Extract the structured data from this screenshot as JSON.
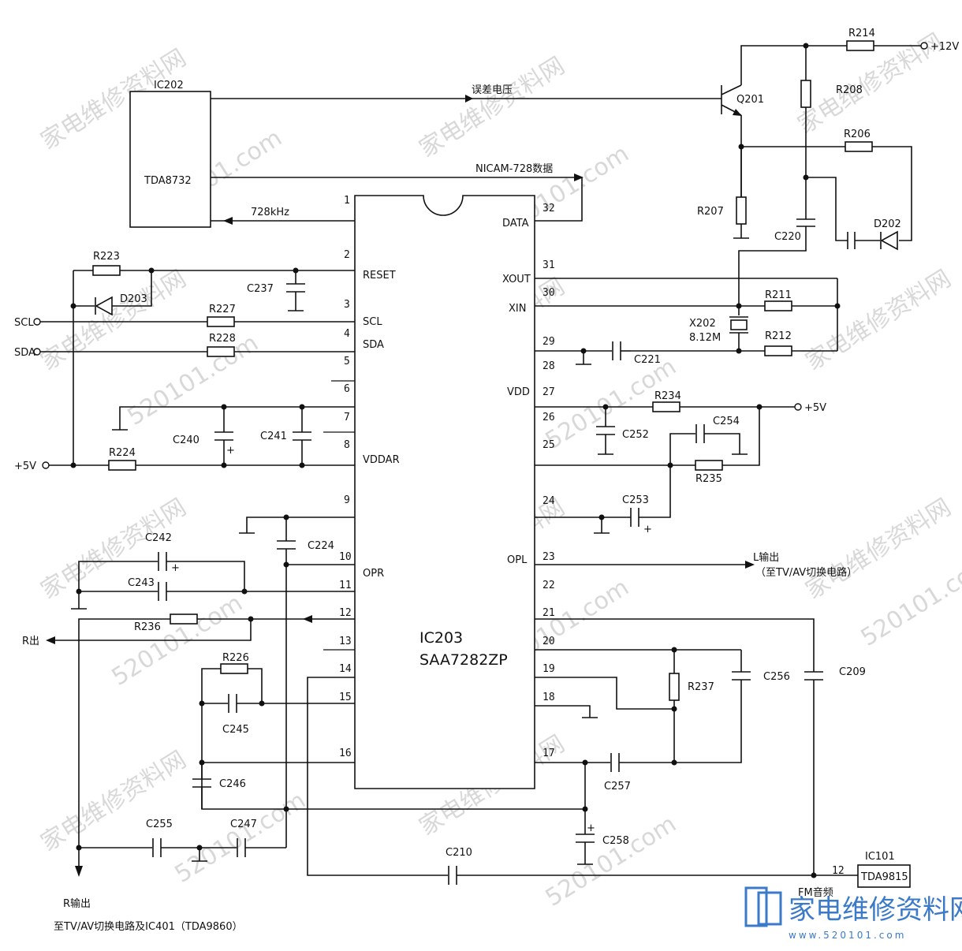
{
  "diagram": {
    "ic202": {
      "ref": "IC202",
      "part": "TDA8732"
    },
    "ic203": {
      "ref": "IC203",
      "part": "SAA7282ZP"
    },
    "ic101": {
      "ref": "IC101",
      "part": "TDA9815",
      "pin": "12"
    },
    "pins_left": [
      {
        "n": "1"
      },
      {
        "n": "2",
        "name": "RESET"
      },
      {
        "n": "3"
      },
      {
        "n": "4",
        "name": "SDA"
      },
      {
        "n": "5"
      },
      {
        "n": "6"
      },
      {
        "n": "7"
      },
      {
        "n": "8",
        "name": "VDDAR"
      },
      {
        "n": "9"
      },
      {
        "n": "10",
        "name": "OPR"
      },
      {
        "n": "11"
      },
      {
        "n": "12"
      },
      {
        "n": "13"
      },
      {
        "n": "14"
      },
      {
        "n": "15"
      },
      {
        "n": "16"
      }
    ],
    "pin3_name": "SCL",
    "pins_right": [
      {
        "n": "32",
        "name": "DATA"
      },
      {
        "n": "31",
        "name": "XOUT"
      },
      {
        "n": "30",
        "name": "XIN"
      },
      {
        "n": "29"
      },
      {
        "n": "28"
      },
      {
        "n": "27",
        "name": "VDD"
      },
      {
        "n": "26"
      },
      {
        "n": "25"
      },
      {
        "n": "24"
      },
      {
        "n": "23",
        "name": "OPL"
      },
      {
        "n": "22"
      },
      {
        "n": "21"
      },
      {
        "n": "20"
      },
      {
        "n": "19"
      },
      {
        "n": "18"
      },
      {
        "n": "17"
      }
    ],
    "components": {
      "R214": "R214",
      "R208": "R208",
      "R206": "R206",
      "R207": "R207",
      "Q201": "Q201",
      "C220": "C220",
      "D202": "D202",
      "R223": "R223",
      "C237": "C237",
      "D203": "D203",
      "R227": "R227",
      "R228": "R228",
      "C240": "C240",
      "C241": "C241",
      "R224": "R224",
      "C224": "C224",
      "C242": "C242",
      "C243": "C243",
      "R236": "R236",
      "R226": "R226",
      "C245": "C245",
      "C246": "C246",
      "C255": "C255",
      "C247": "C247",
      "C210": "C210",
      "R211": "R211",
      "R212": "R212",
      "X202": "X202",
      "X202_freq": "8.12M",
      "C221": "C221",
      "R234": "R234",
      "C252": "C252",
      "C254": "C254",
      "R235": "R235",
      "C253": "C253",
      "R237": "R237",
      "C256": "C256",
      "C209": "C209",
      "C257": "C257",
      "C258": "C258"
    },
    "signals": {
      "error_voltage": "误差电压",
      "nicam_data": "NICAM-728数据",
      "clock": "728kHz",
      "scl": "SCL",
      "sda": "SDA",
      "plus5v_left": "+5V",
      "plus5v_right": "+5V",
      "plus12v": "+12V",
      "l_out": "L输出",
      "l_out_dest": "（至TV/AV切换电路）",
      "r_out_short": "R出",
      "r_out": "R输出",
      "r_out_dest": "至TV/AV切换电路及IC401（TDA9860）",
      "fm_audio": "FM音频"
    },
    "watermark": {
      "site": "家电维修资料网",
      "url": "520101.com",
      "logo_url": "www.520101.com"
    }
  }
}
